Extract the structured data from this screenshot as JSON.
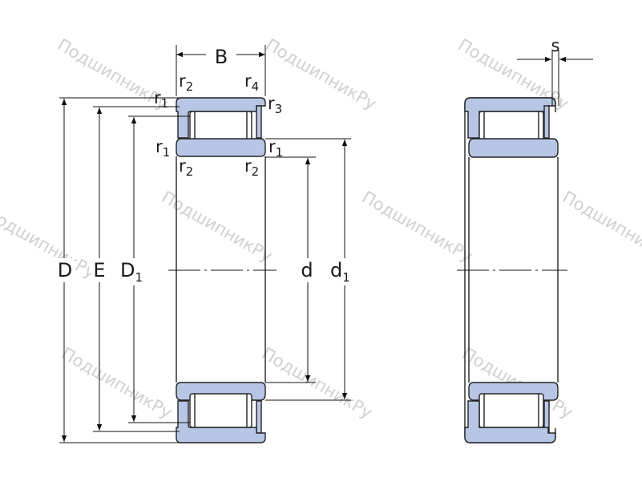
{
  "watermark": "ПодшипникРу",
  "labels": {
    "B": "B",
    "s": "s",
    "D": "D",
    "E": "E",
    "D1": {
      "main": "D",
      "sub": "1"
    },
    "d": "d",
    "d1": {
      "main": "d",
      "sub": "1"
    },
    "r1": {
      "main": "r",
      "sub": "1"
    },
    "r2": {
      "main": "r",
      "sub": "2"
    },
    "r3": {
      "main": "r",
      "sub": "3"
    },
    "r4": {
      "main": "r",
      "sub": "4"
    }
  },
  "colors": {
    "ring_fill": "#b8c6e6",
    "outline": "#222222",
    "watermark": "#d0d0d0"
  }
}
